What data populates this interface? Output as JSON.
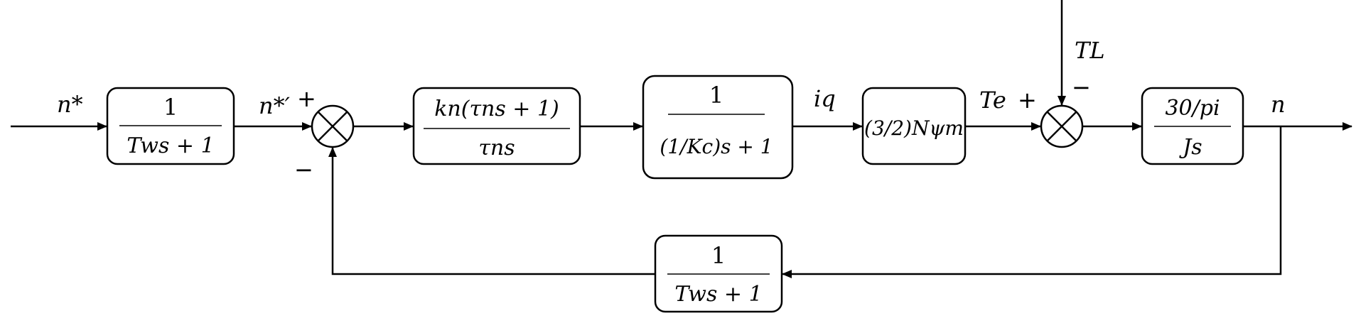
{
  "signals": {
    "input": "n*",
    "prefiltered": "n*′",
    "current": "iq",
    "torque": "Te",
    "load": "TL",
    "output": "n",
    "feedback": "n"
  },
  "signs": {
    "sum1_plus": "+",
    "sum1_minus": "−",
    "sum2_plus": "+",
    "sum2_minus": "−"
  },
  "blocks": {
    "prefilter": {
      "numerator": "1",
      "denominator": "Tws + 1"
    },
    "speed_controller": {
      "numerator": "kn(τns + 1)",
      "denominator": "τns"
    },
    "current_loop": {
      "numerator": "1",
      "denominator": "(1/Kc)s + 1"
    },
    "torque_gain": {
      "expression": "(3/2)Nψm"
    },
    "mechanical": {
      "numerator": "30/pi",
      "denominator": "Js"
    },
    "feedback_filter": {
      "numerator": "1",
      "denominator": "Tws + 1"
    }
  }
}
